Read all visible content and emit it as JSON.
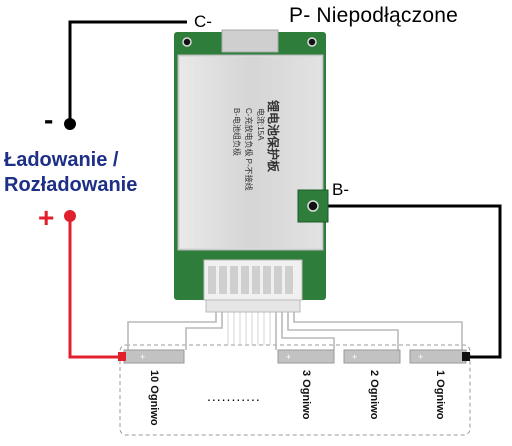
{
  "title": "P- Niepodłączone",
  "terminals": {
    "c_minus": "C-",
    "b_minus": "B-"
  },
  "left_label": {
    "line1": "Ładowanie /",
    "line2": "Rozładowanie",
    "minus_sign": "-",
    "plus_sign": "+"
  },
  "board_text": [
    "锂电池保护板",
    "电流:15A",
    "C-充放电负极 P-不接线",
    "B-电池组负极"
  ],
  "cells": [
    {
      "label": "10 Ogniwo"
    },
    {
      "label": "3 Ogniwo"
    },
    {
      "label": "2 Ogniwo"
    },
    {
      "label": "1 Ogniwo"
    }
  ],
  "ellipsis": "...........",
  "colors": {
    "wire_negative": "#000000",
    "wire_positive": "#e0202c",
    "label_blue": "#1d2f86",
    "pcb_green": "#2e7d3a",
    "cell_gray": "#bdbdbd"
  }
}
